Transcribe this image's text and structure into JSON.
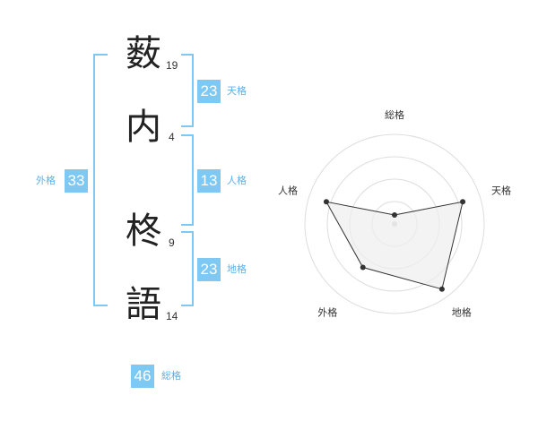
{
  "name": {
    "chars": [
      {
        "char": "薮",
        "strokes": "19"
      },
      {
        "char": "内",
        "strokes": "4"
      },
      {
        "char": "柊",
        "strokes": "9"
      },
      {
        "char": "語",
        "strokes": "14"
      }
    ]
  },
  "kakusu": {
    "tenkaku": {
      "value": "23",
      "label": "天格"
    },
    "jinkaku": {
      "value": "13",
      "label": "人格"
    },
    "chikaku": {
      "value": "23",
      "label": "地格"
    },
    "gaikaku": {
      "value": "33",
      "label": "外格"
    },
    "soukaku": {
      "value": "46",
      "label": "総格"
    }
  },
  "chart_data": {
    "type": "radar",
    "axes": [
      "総格",
      "天格",
      "地格",
      "外格",
      "人格"
    ],
    "values": [
      0.1,
      0.8,
      0.9,
      0.6,
      0.8
    ],
    "max": 1,
    "rings": 4,
    "fill_color": "#eeeeee",
    "line_color": "#333333"
  },
  "colors": {
    "accent": "#7ec8f4"
  }
}
